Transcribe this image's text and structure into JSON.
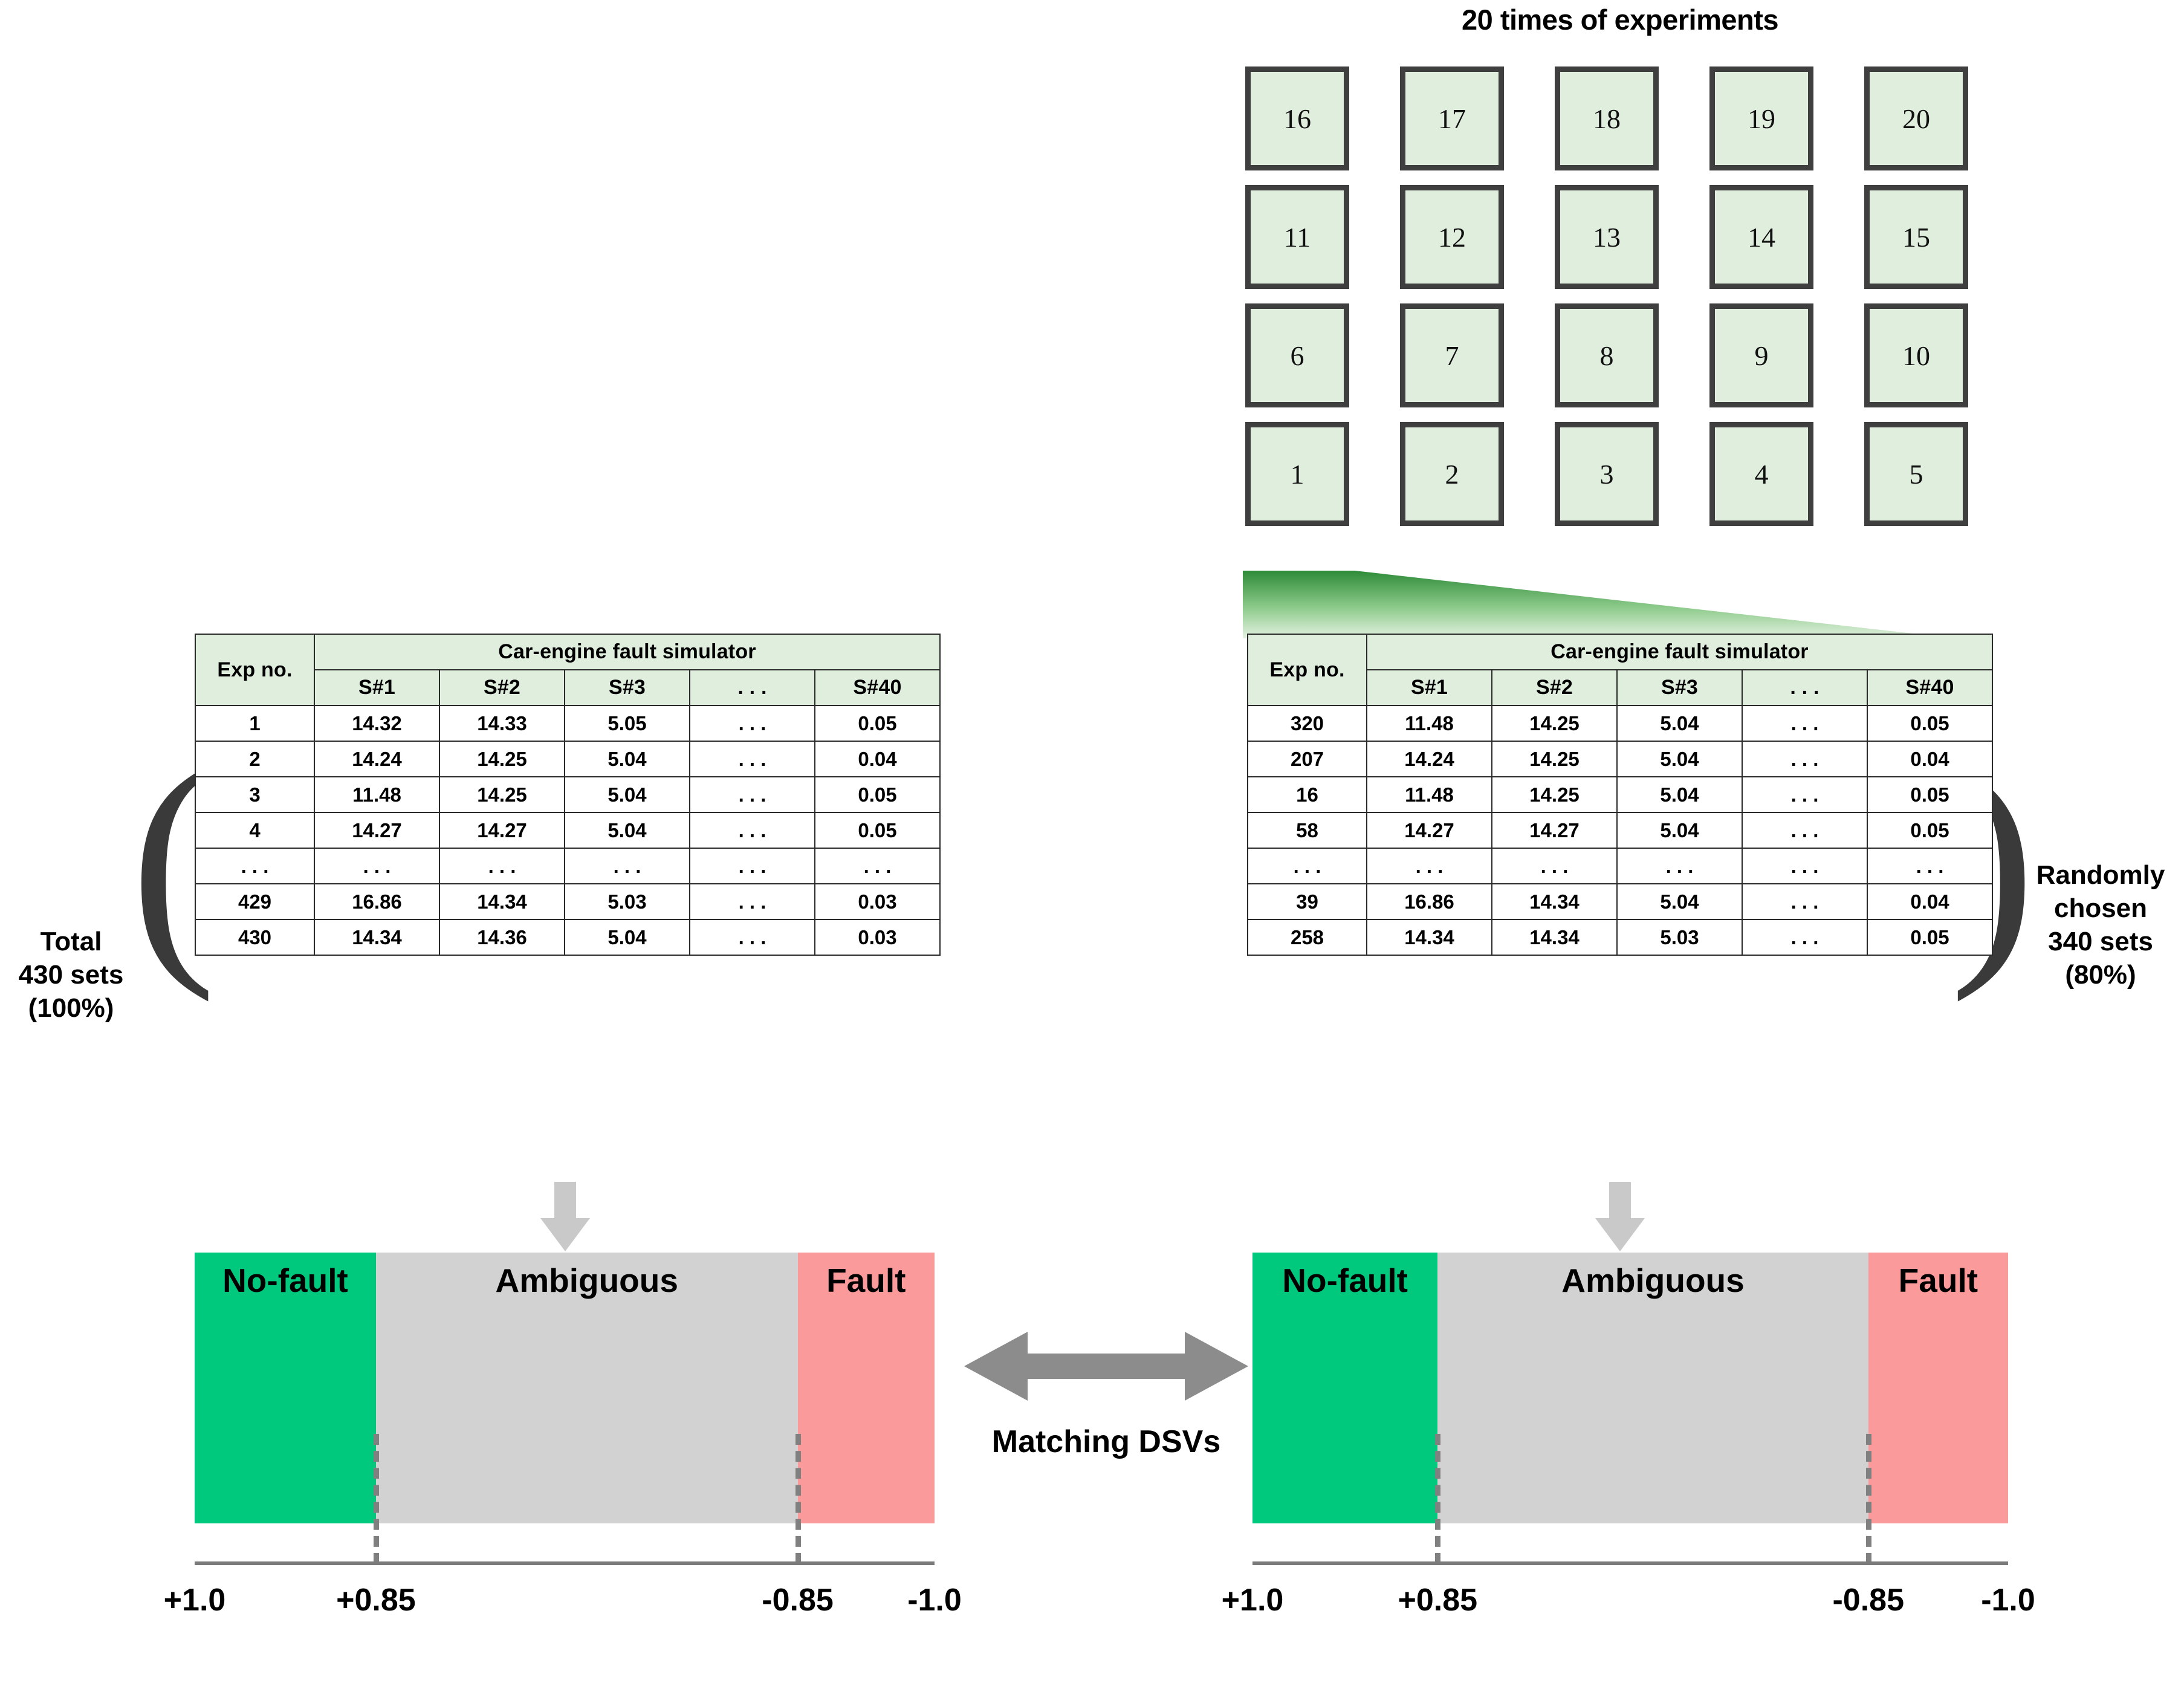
{
  "experiment_grid": {
    "title": "20 times of experiments",
    "rows": [
      [
        "16",
        "17",
        "18",
        "19",
        "20"
      ],
      [
        "11",
        "12",
        "13",
        "14",
        "15"
      ],
      [
        "6",
        "7",
        "8",
        "9",
        "10"
      ],
      [
        "1",
        "2",
        "3",
        "4",
        "5"
      ]
    ]
  },
  "colors": {
    "box_fill": "#dfeedd",
    "box_border": "#3f3f3f",
    "header_fill": "#dfeedd",
    "no_fault": "#00c97e",
    "ambiguous": "#d2d2d2",
    "fault": "#fb9a9a",
    "arrow_gray": "#c9c9c9",
    "match_arrow_gray": "#8c8c8c",
    "funnel_green_dark": "#2e8b38",
    "funnel_green_light": "#e4f2e2"
  },
  "left_panel": {
    "caption": "Total\n430 sets\n(100%)",
    "caption_lines": [
      "Total",
      "430 sets",
      "(100%)"
    ],
    "table": {
      "group_header": "Car-engine fault simulator",
      "index_header": "Exp no.",
      "columns": [
        "S#1",
        "S#2",
        "S#3",
        ". . .",
        "S#40"
      ],
      "rows": [
        {
          "exp": "1",
          "cells": [
            "14.32",
            "14.33",
            "5.05",
            ". . .",
            "0.05"
          ]
        },
        {
          "exp": "2",
          "cells": [
            "14.24",
            "14.25",
            "5.04",
            ". . .",
            "0.04"
          ]
        },
        {
          "exp": "3",
          "cells": [
            "11.48",
            "14.25",
            "5.04",
            ". . .",
            "0.05"
          ]
        },
        {
          "exp": "4",
          "cells": [
            "14.27",
            "14.27",
            "5.04",
            ". . .",
            "0.05"
          ]
        },
        {
          "exp": ". . .",
          "cells": [
            ". . .",
            ". . .",
            ". . .",
            ". . .",
            ". . ."
          ]
        },
        {
          "exp": "429",
          "cells": [
            "16.86",
            "14.34",
            "5.03",
            ". . .",
            "0.03"
          ]
        },
        {
          "exp": "430",
          "cells": [
            "14.34",
            "14.36",
            "5.04",
            ". . .",
            "0.03"
          ]
        }
      ]
    },
    "dsv": {
      "segments": [
        {
          "label": "No-fault",
          "width_pct": 24.5
        },
        {
          "label": "Ambiguous",
          "width_pct": 57.0
        },
        {
          "label": "Fault",
          "width_pct": 18.5
        }
      ],
      "ticks": [
        "+1.0",
        "+0.85",
        "-0.85",
        "-1.0"
      ]
    }
  },
  "right_panel": {
    "caption_lines": [
      "Randomly",
      "chosen",
      "340 sets",
      "(80%)"
    ],
    "table": {
      "group_header": "Car-engine fault simulator",
      "index_header": "Exp no.",
      "columns": [
        "S#1",
        "S#2",
        "S#3",
        ". . .",
        "S#40"
      ],
      "rows": [
        {
          "exp": "320",
          "cells": [
            "11.48",
            "14.25",
            "5.04",
            ". . .",
            "0.05"
          ]
        },
        {
          "exp": "207",
          "cells": [
            "14.24",
            "14.25",
            "5.04",
            ". . .",
            "0.04"
          ]
        },
        {
          "exp": "16",
          "cells": [
            "11.48",
            "14.25",
            "5.04",
            ". . .",
            "0.05"
          ]
        },
        {
          "exp": "58",
          "cells": [
            "14.27",
            "14.27",
            "5.04",
            ". . .",
            "0.05"
          ]
        },
        {
          "exp": ". . .",
          "cells": [
            ". . .",
            ". . .",
            ". . .",
            ". . .",
            ". . ."
          ]
        },
        {
          "exp": "39",
          "cells": [
            "16.86",
            "14.34",
            "5.04",
            ". . .",
            "0.04"
          ]
        },
        {
          "exp": "258",
          "cells": [
            "14.34",
            "14.34",
            "5.03",
            ". . .",
            "0.05"
          ]
        }
      ]
    },
    "dsv": {
      "segments": [
        {
          "label": "No-fault",
          "width_pct": 24.5
        },
        {
          "label": "Ambiguous",
          "width_pct": 57.0
        },
        {
          "label": "Fault",
          "width_pct": 18.5
        }
      ],
      "ticks": [
        "+1.0",
        "+0.85",
        "-0.85",
        "-1.0"
      ]
    }
  },
  "matching": {
    "label": "Matching  DSVs"
  }
}
